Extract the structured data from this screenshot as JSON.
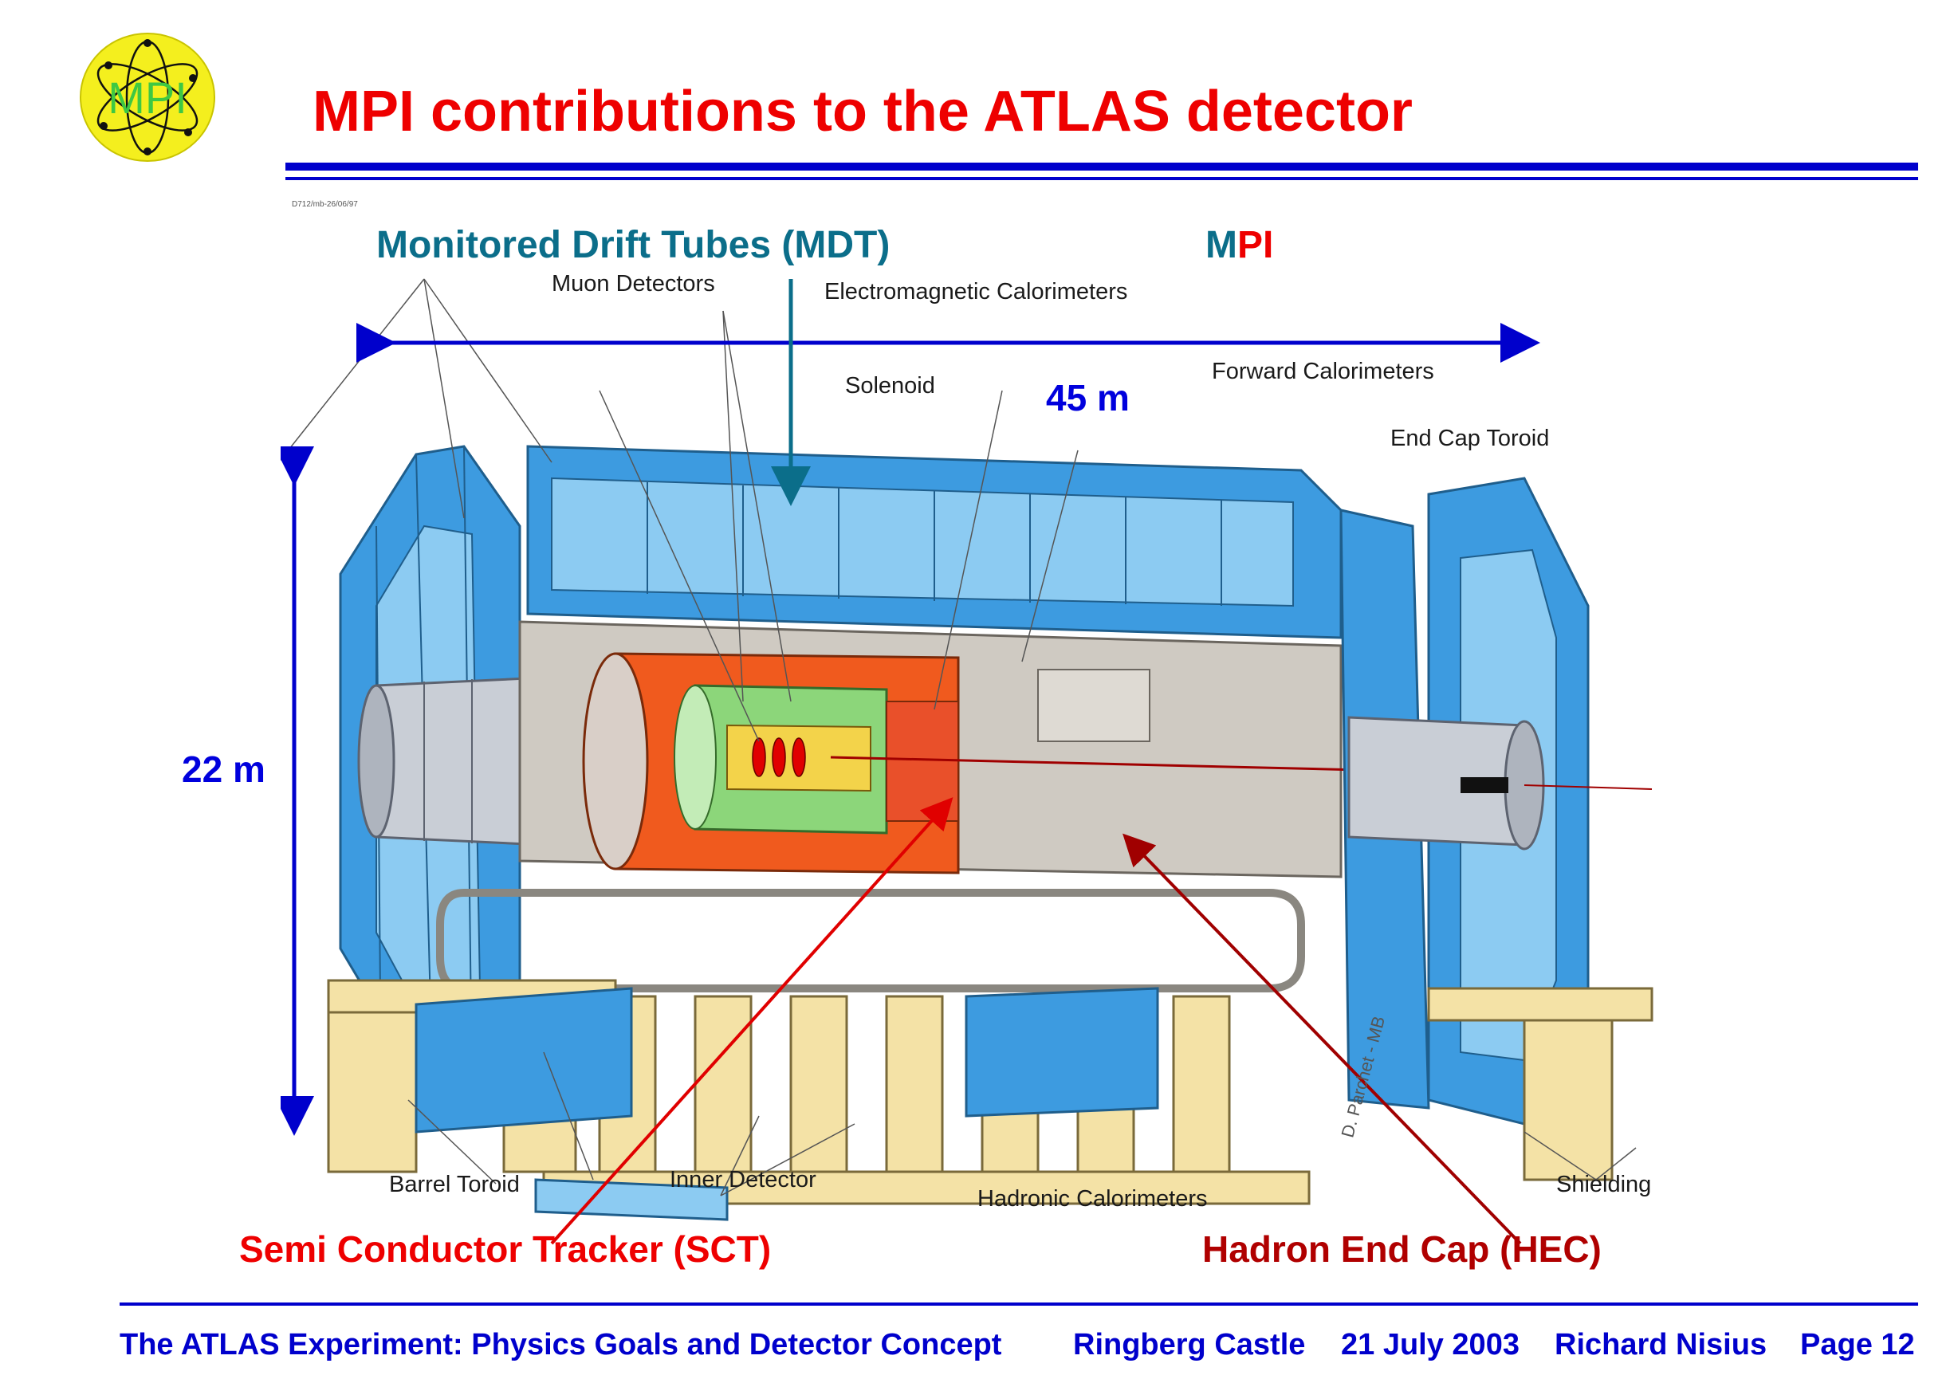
{
  "logo": {
    "text": "MPI",
    "colors": {
      "fill": "#f4ef1e",
      "text": "#3ec843",
      "ring": "#111111"
    }
  },
  "title": "MPI contributions to the ATLAS detector",
  "figure": {
    "drawing_code": "D712/mb-26/06/97",
    "signature": "D. Parchet - MB",
    "labels": {
      "mdt": "Monitored Drift Tubes (MDT)",
      "mpi_m": "M",
      "mpi_pi": "PI",
      "muon_detectors": "Muon Detectors",
      "em_calorimeters": "Electromagnetic Calorimeters",
      "solenoid": "Solenoid",
      "length": "45 m",
      "forward_calorimeters": "Forward Calorimeters",
      "end_cap_toroid": "End Cap Toroid",
      "height": "22 m",
      "barrel_toroid": "Barrel Toroid",
      "inner_detector": "Inner Detector",
      "hadronic_calorimeters": "Hadronic Calorimeters",
      "shielding": "Shielding",
      "sct": "Semi Conductor Tracker (SCT)",
      "hec": "Hadron End Cap (HEC)"
    },
    "colors": {
      "muon_chambers": "#3d9be0",
      "muon_light": "#8ccbf2",
      "support": "#f4e2a6",
      "steel": "#cfcac2",
      "em_calo": "#f05a1e",
      "hadronic": "#e9502a",
      "solenoid": "#8cd67a",
      "dimension_arrows": "#0000cc",
      "mdt_arrow": "#0b6e8a",
      "sct_arrow": "#e00000",
      "hec_arrow": "#a00000"
    }
  },
  "footer": {
    "talk": "The ATLAS Experiment: Physics Goals and Detector Concept",
    "venue": "Ringberg Castle",
    "date": "21 July 2003",
    "author": "Richard Nisius",
    "page": "Page 12"
  }
}
